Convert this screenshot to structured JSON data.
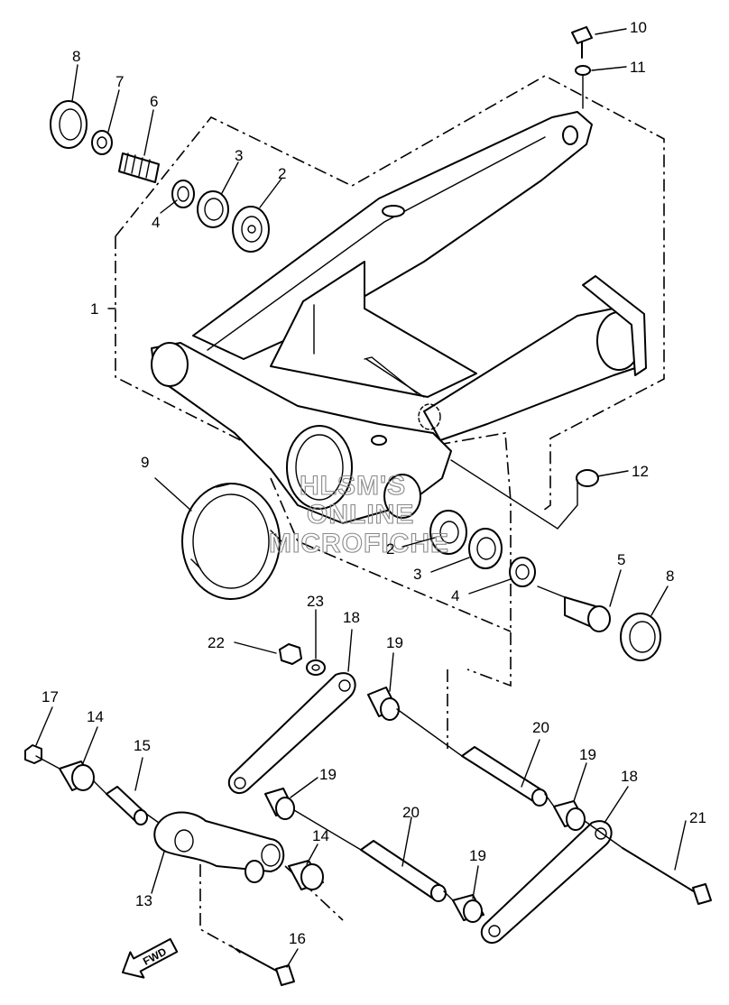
{
  "diagram": {
    "callouts": {
      "c1": "1",
      "c2a": "2",
      "c2b": "2",
      "c3a": "3",
      "c3b": "3",
      "c4a": "4",
      "c4b": "4",
      "c5": "5",
      "c6": "6",
      "c7": "7",
      "c8a": "8",
      "c8b": "8",
      "c9": "9",
      "c10": "10",
      "c11": "11",
      "c12": "12",
      "c13": "13",
      "c14a": "14",
      "c14b": "14",
      "c15": "15",
      "c16": "16",
      "c17": "17",
      "c18a": "18",
      "c18b": "18",
      "c19a": "19",
      "c19b": "19",
      "c19c": "19",
      "c19d": "19",
      "c20a": "20",
      "c20b": "20",
      "c21": "21",
      "c22": "22",
      "c23": "23"
    },
    "watermark": [
      "HLSM'S",
      "ONLINE",
      "MICROFICHE"
    ],
    "direction_arrow": "FWD"
  }
}
